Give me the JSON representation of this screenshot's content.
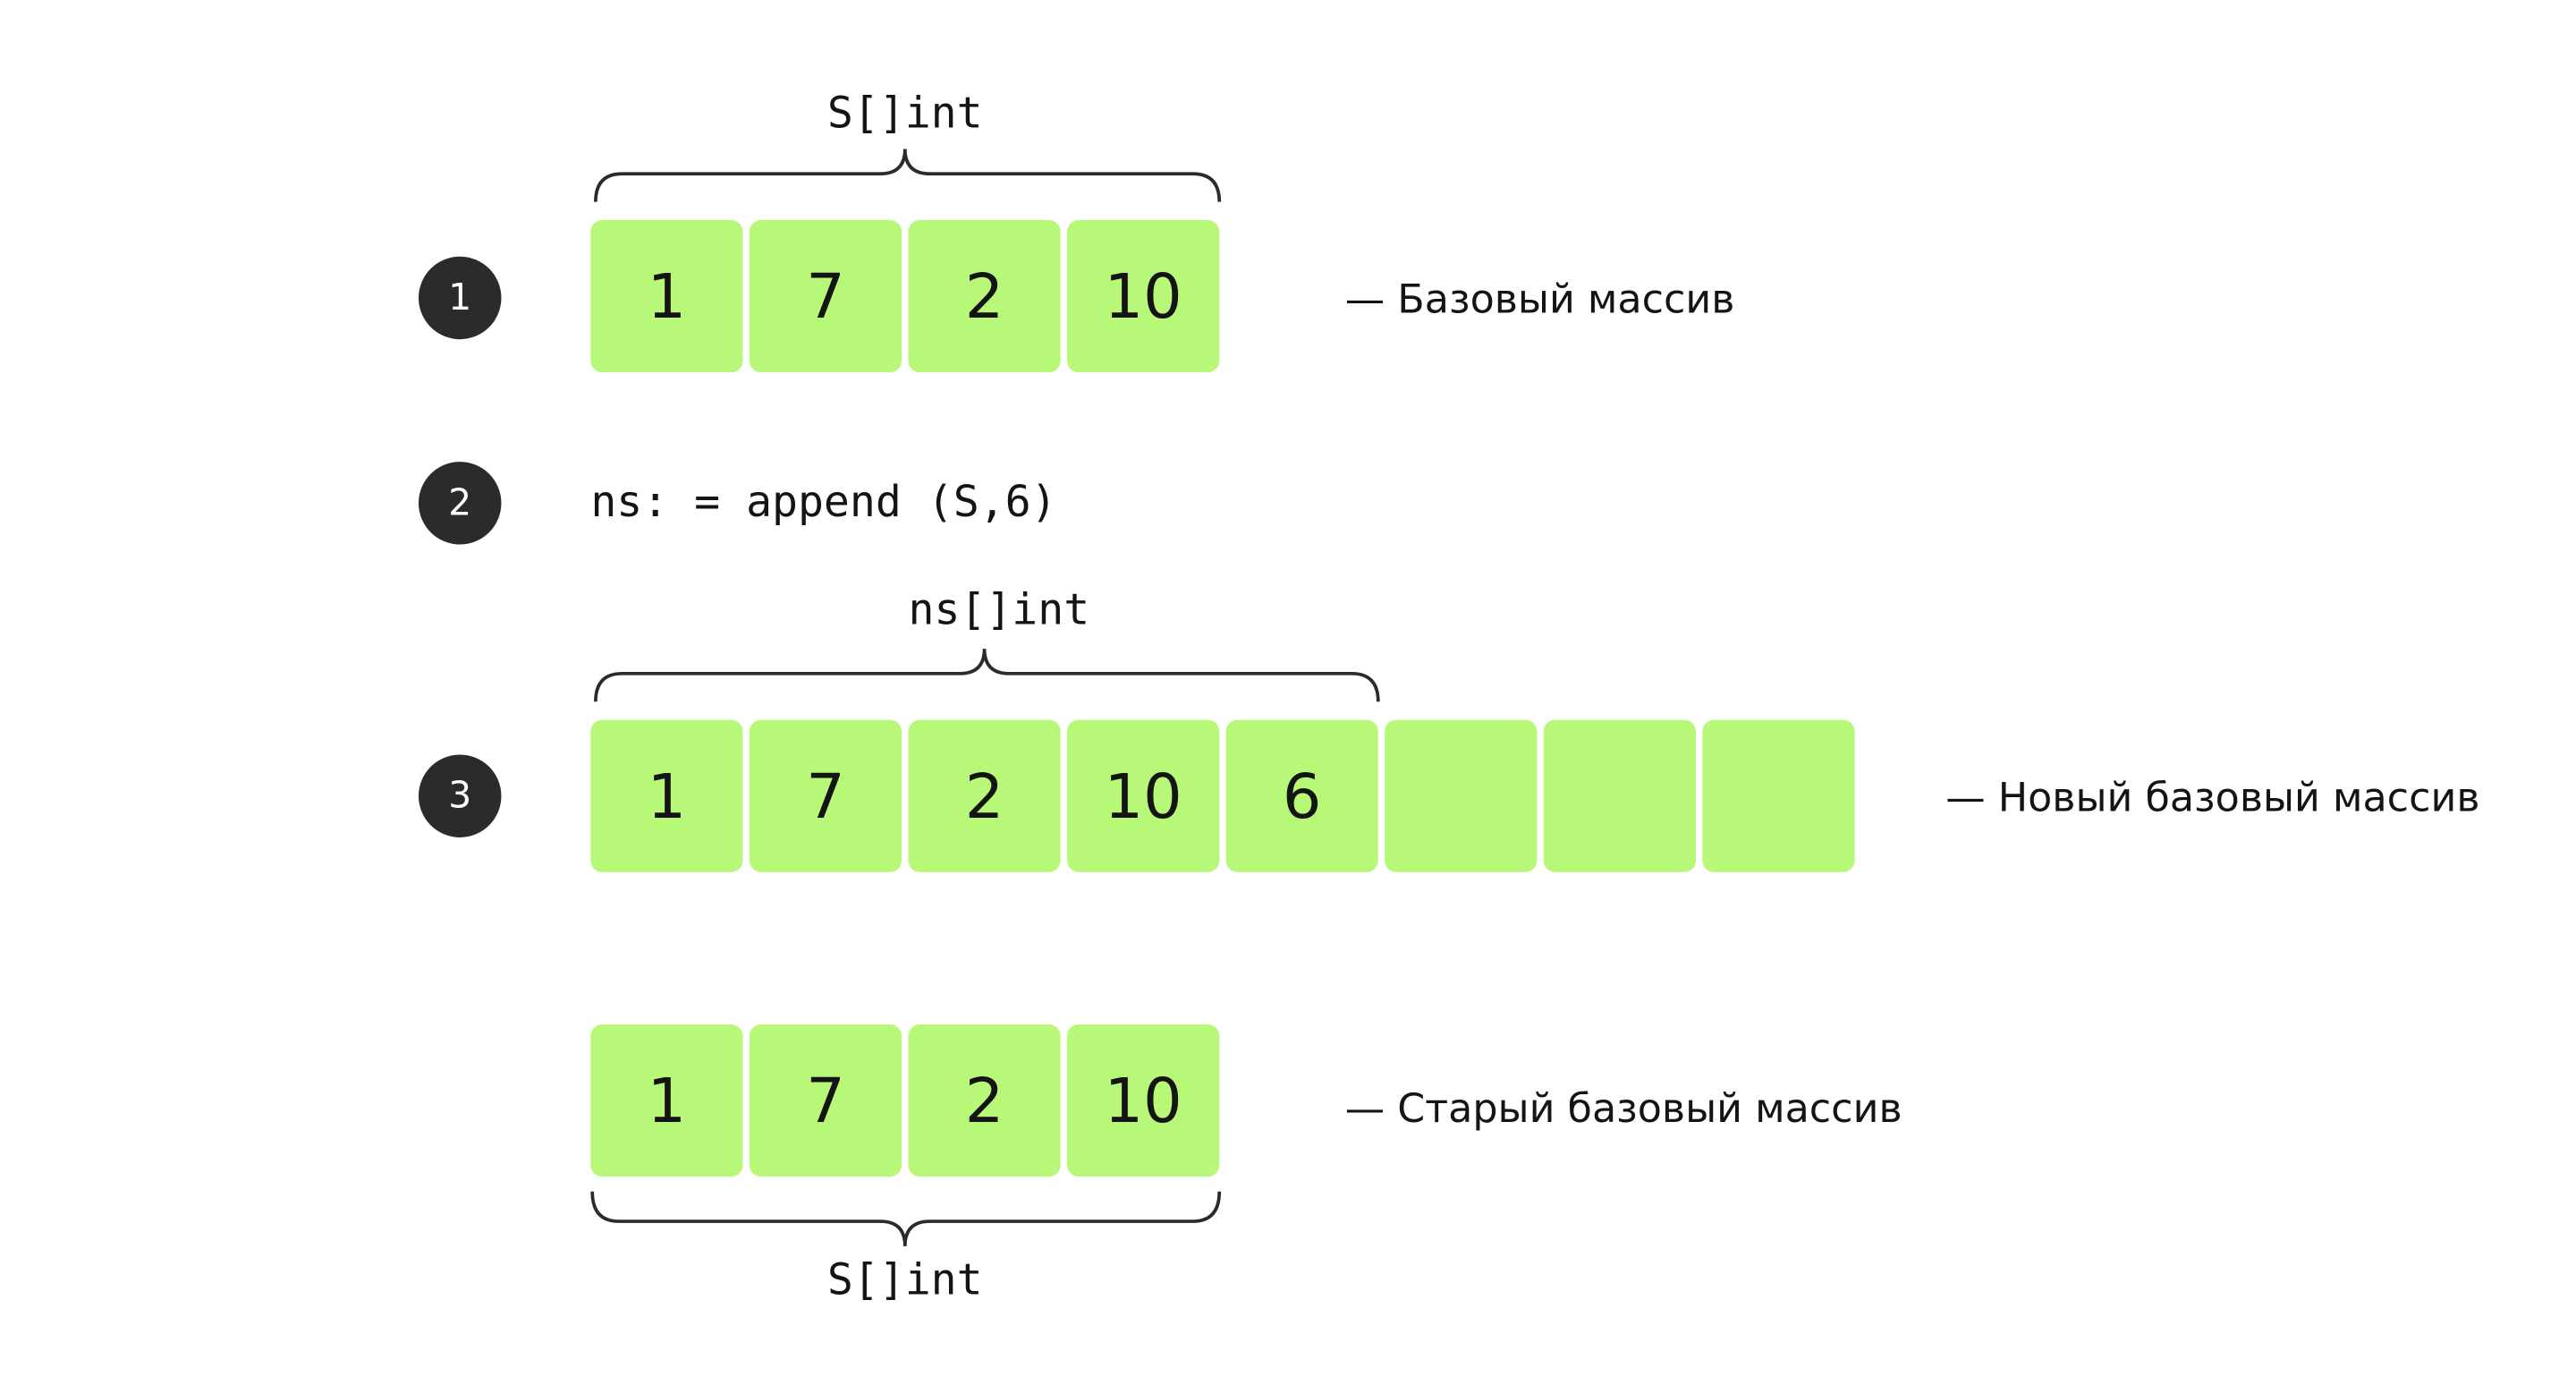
{
  "steps": {
    "one": "1",
    "two": "2",
    "three": "3"
  },
  "row1": {
    "cells": [
      "1",
      "7",
      "2",
      "10"
    ],
    "brace_label": "S[]int",
    "caption": "— Базовый массив"
  },
  "row2": {
    "code": "ns: = append (S,6)"
  },
  "row3": {
    "cells": [
      "1",
      "7",
      "2",
      "10",
      "6",
      "",
      "",
      ""
    ],
    "brace_label": "ns[]int",
    "caption": "— Новый базовый массив"
  },
  "row4": {
    "cells": [
      "1",
      "7",
      "2",
      "10"
    ],
    "brace_label": "S[]int",
    "caption": "— Старый базовый массив"
  },
  "colors": {
    "cell_fill": "#b8f878",
    "step_badge": "#2b2b2b",
    "text": "#141414"
  }
}
